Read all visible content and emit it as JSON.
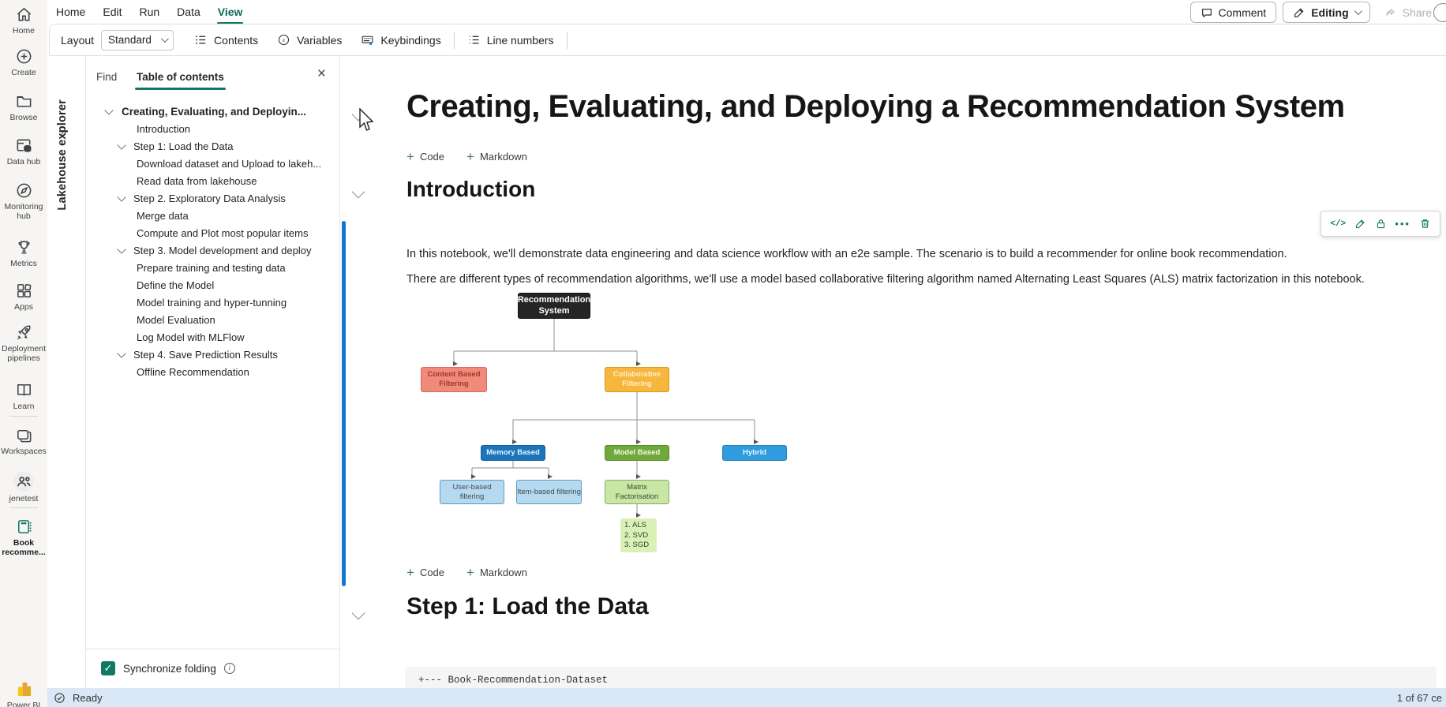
{
  "top_menu": {
    "items": [
      "Home",
      "Edit",
      "Run",
      "Data",
      "View"
    ],
    "active": "View"
  },
  "top_actions": {
    "comment": "Comment",
    "editing": "Editing",
    "share": "Share"
  },
  "toolbar": {
    "layout_label": "Layout",
    "layout_value": "Standard",
    "contents": "Contents",
    "variables": "Variables",
    "keybindings": "Keybindings",
    "line_numbers": "Line numbers"
  },
  "rail": {
    "items": [
      "Home",
      "Create",
      "Browse",
      "Data hub",
      "Monitoring hub",
      "Metrics",
      "Apps",
      "Deployment pipelines",
      "Learn",
      "Workspaces",
      "jenetest",
      "Book recomme..."
    ],
    "active": "Book recomme...",
    "brand": "Power BI"
  },
  "explorer": {
    "collapsed_label": "Lakehouse explorer"
  },
  "toc": {
    "tabs": {
      "find": "Find",
      "contents": "Table of contents"
    },
    "active_tab": "Table of contents",
    "items": [
      {
        "label": "Creating, Evaluating, and Deployin...",
        "level": 1,
        "chevron": true
      },
      {
        "label": "Introduction",
        "level": 2,
        "chevron": false
      },
      {
        "label": "Step 1: Load the Data",
        "level": 2,
        "chevron": true
      },
      {
        "label": "Download dataset and Upload to lakeh...",
        "level": 3,
        "chevron": false
      },
      {
        "label": "Read data from lakehouse",
        "level": 3,
        "chevron": false
      },
      {
        "label": "Step 2. Exploratory Data Analysis",
        "level": 2,
        "chevron": true
      },
      {
        "label": "Merge data",
        "level": 3,
        "chevron": false
      },
      {
        "label": "Compute and Plot most popular items",
        "level": 3,
        "chevron": false
      },
      {
        "label": "Step 3. Model development and deploy",
        "level": 2,
        "chevron": true
      },
      {
        "label": "Prepare training and testing data",
        "level": 3,
        "chevron": false
      },
      {
        "label": "Define the Model",
        "level": 3,
        "chevron": false
      },
      {
        "label": "Model training and hyper-tunning",
        "level": 3,
        "chevron": false
      },
      {
        "label": "Model Evaluation",
        "level": 3,
        "chevron": false
      },
      {
        "label": "Log Model with MLFlow",
        "level": 3,
        "chevron": false
      },
      {
        "label": "Step 4. Save Prediction Results",
        "level": 2,
        "chevron": true
      },
      {
        "label": "Offline Recommendation",
        "level": 3,
        "chevron": false
      }
    ],
    "sync_label": "Synchronize folding"
  },
  "notebook": {
    "title": "Creating, Evaluating, and Deploying a Recommendation System",
    "add_code": "Code",
    "add_markdown": "Markdown",
    "intro_heading": "Introduction",
    "paragraph1": "In this notebook, we'll demonstrate data engineering and data science workflow with an e2e sample. The scenario is to build a recommender for online book recommendation.",
    "paragraph2": "There are different types of recommendation algorithms, we'll use a model based collaborative filtering algorithm named Alternating Least Squares (ALS) matrix factorization in this notebook.",
    "step1_heading": "Step 1: Load the Data",
    "code_line": "+--- Book-Recommendation-Dataset"
  },
  "diagram": {
    "nodes": [
      {
        "label": "Recommendation System",
        "bg": "#252525",
        "text": "#ffffff"
      },
      {
        "label": "Content Based Filtering",
        "bg": "#f08a79",
        "text": "#9e3b30"
      },
      {
        "label": "Collaborative Filtering",
        "bg": "#f6b73c",
        "text": "#fdf0cd"
      },
      {
        "label": "Memory Based",
        "bg": "#1b75bb",
        "text": "#eaf4fb"
      },
      {
        "label": "Model Based",
        "bg": "#71a83b",
        "text": "#f2f8e9"
      },
      {
        "label": "Hybrid",
        "bg": "#2f9ce0",
        "text": "#eaf6fd"
      },
      {
        "label": "User-based filtering",
        "bg": "#b7d9f0",
        "text": "#3d4b55"
      },
      {
        "label": "Item-based filtering",
        "bg": "#b7d9f0",
        "text": "#3d4b55"
      },
      {
        "label": "Matrix Factorisation",
        "bg": "#c8e6a4",
        "text": "#3c4a33"
      },
      {
        "lines": [
          "1. ALS",
          "2. SVD",
          "3. SGD"
        ],
        "bg": "#d9f0b6",
        "text": "#33402a"
      }
    ]
  },
  "status_bar": {
    "ready": "Ready",
    "cell_count": "1 of 67 ce"
  },
  "colors": {
    "accent": "#117865",
    "scrollbar_blue": "#1177d4",
    "status_bar_bg": "#d9e7f6",
    "rail_bg": "#f6f5f4"
  }
}
